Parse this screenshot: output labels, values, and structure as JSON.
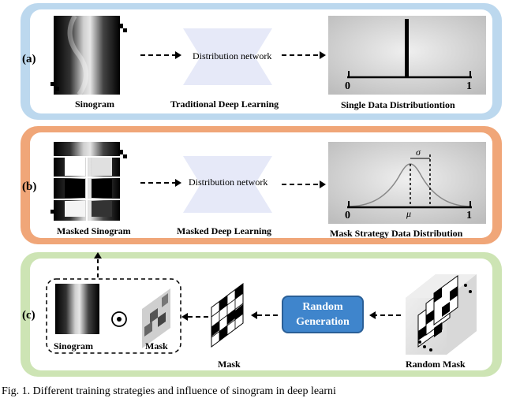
{
  "panels": {
    "a": {
      "label": "(a)",
      "input_caption": "Sinogram",
      "network_label": "Distribution network",
      "method_caption": "Traditional Deep Learning",
      "axis_min": "0",
      "axis_max": "1",
      "output_caption": "Single Data Distributiontion"
    },
    "b": {
      "label": "(b)",
      "input_caption": "Masked Sinogram",
      "network_label": "Distribution  network",
      "method_caption": "Masked Deep Learning",
      "axis_min": "0",
      "axis_max": "1",
      "mu_symbol": "μ",
      "sigma_symbol": "σ",
      "output_caption": "Mask Strategy  Data Distribution"
    },
    "c": {
      "label": "(c)",
      "sinogram_caption": "Sinogram",
      "operator_symbol": "⊙",
      "mask_caption": "Mask",
      "mid_mask_caption": "Mask",
      "generator_label_line1": "Random",
      "generator_label_line2": "Generation",
      "random_mask_caption": "Random Mask"
    }
  },
  "figure_caption": "Fig. 1. Different training strategies and influence of sinogram in deep learni",
  "colors": {
    "panel_a_border": "#bcd8ee",
    "panel_b_border": "#f0a678",
    "panel_c_border": "#cde4b4",
    "network_fill": "#e6e9f8",
    "plot_bg": "#dcdcdc",
    "generator_fill": "#3f85cc"
  }
}
